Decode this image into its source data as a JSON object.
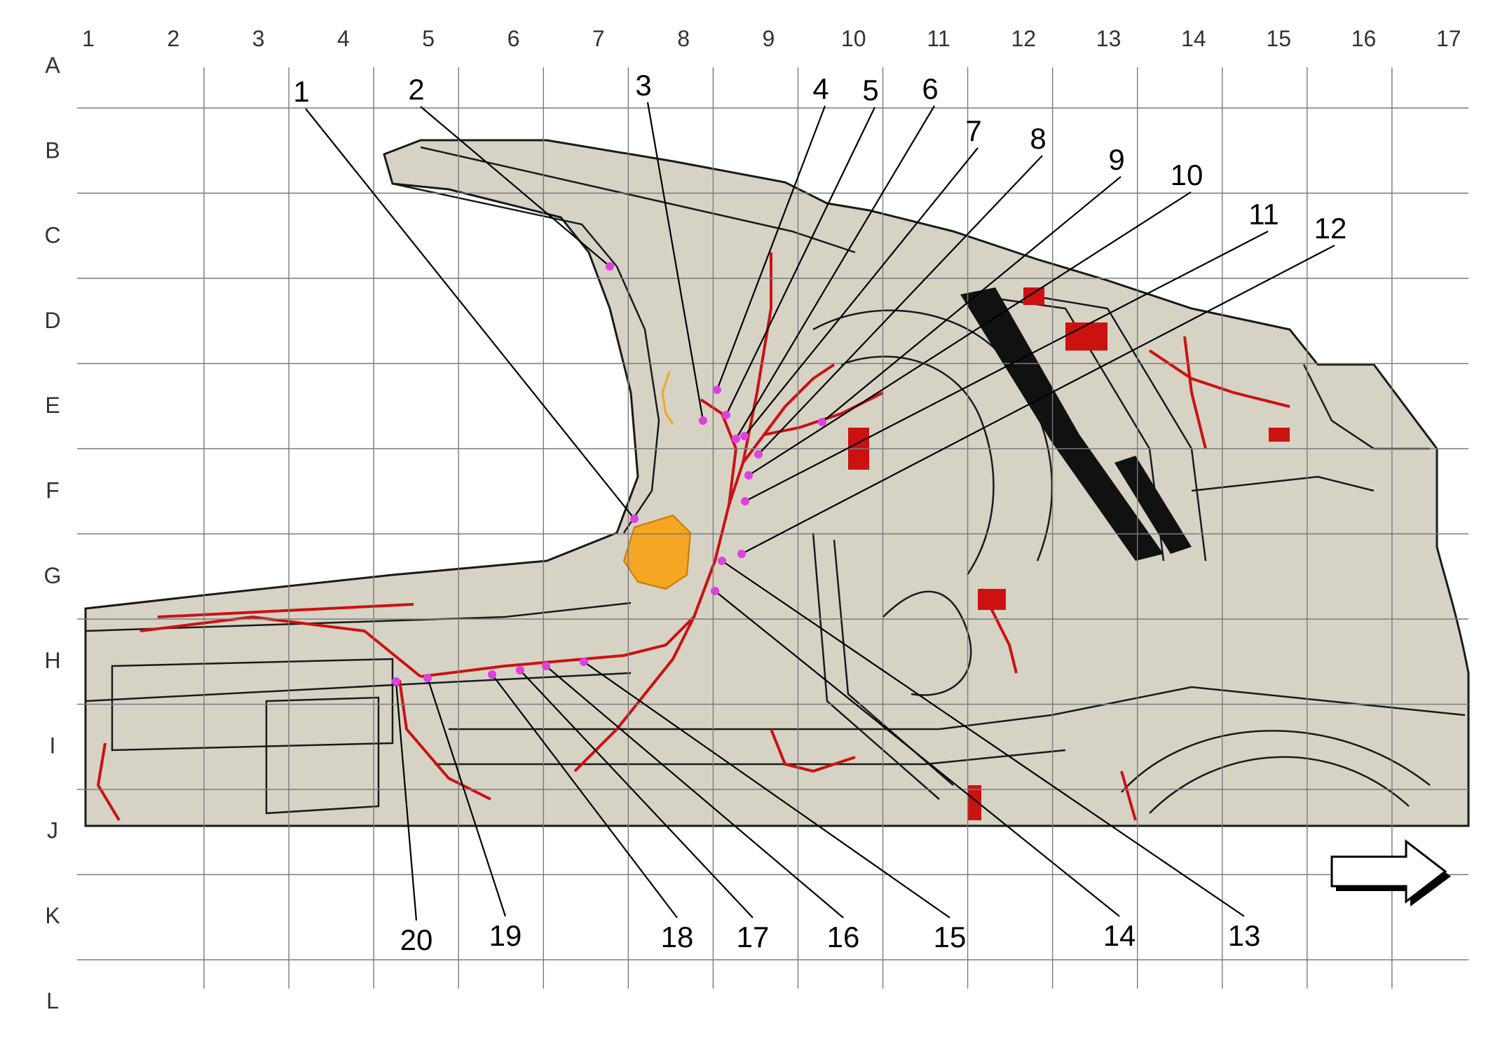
{
  "grid": {
    "columns": [
      "1",
      "2",
      "3",
      "4",
      "5",
      "6",
      "7",
      "8",
      "9",
      "10",
      "11",
      "12",
      "13",
      "14",
      "15",
      "16",
      "17"
    ],
    "rows": [
      "A",
      "B",
      "C",
      "D",
      "E",
      "F",
      "G",
      "H",
      "I",
      "J",
      "K",
      "L"
    ]
  },
  "callouts": {
    "top": [
      "1",
      "2",
      "3",
      "4",
      "5",
      "6",
      "7",
      "8",
      "9",
      "10",
      "11",
      "12"
    ],
    "bottom": [
      "20",
      "19",
      "18",
      "17",
      "16",
      "15",
      "14",
      "13"
    ]
  },
  "colors": {
    "body_fill": "#d6d3c5",
    "outline": "#1a1a1a",
    "harness": "#cc1111",
    "connector_dot": "#e040e0",
    "highlight": "#f5a623",
    "grid": "#7a7a7a"
  },
  "icons": {
    "direction": "arrow-right-icon"
  }
}
